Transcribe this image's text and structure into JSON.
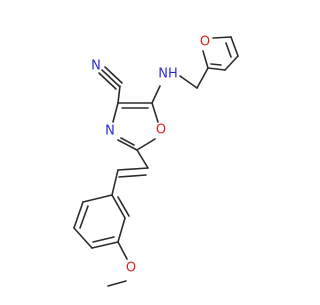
{
  "molecule": {
    "atom_labels": {
      "nitrile_n": "N",
      "oxazole_n": "N",
      "oxazole_o": "O",
      "amine_nh": "NH",
      "furan_o": "O",
      "methoxy_o": "O"
    },
    "colors": {
      "bond": "#2b2b2b",
      "nitrogen": "#2c2cd6",
      "oxygen": "#e01f1f",
      "carbon": "#2b2b2b"
    }
  }
}
